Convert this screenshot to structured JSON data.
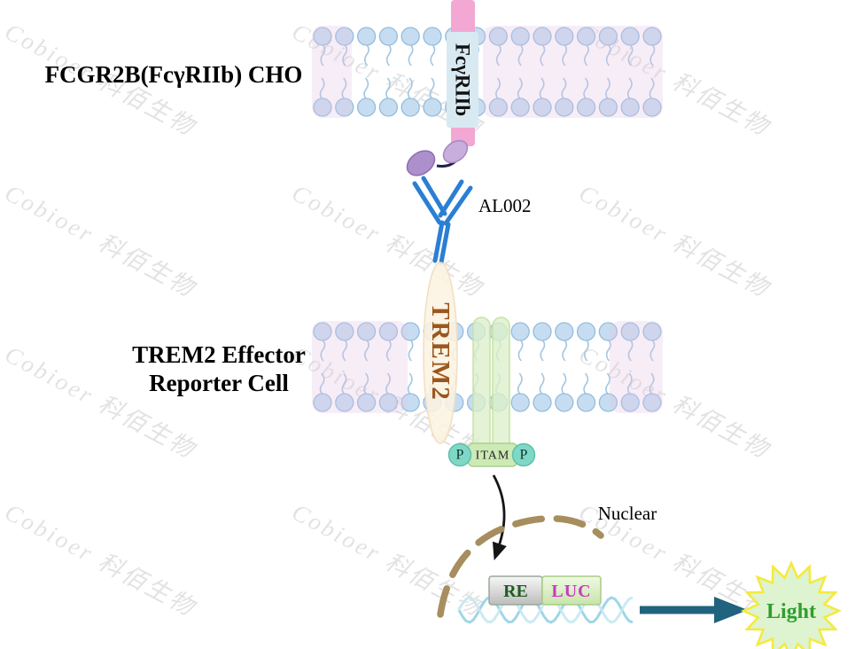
{
  "watermark": {
    "text": "Cobioer 科佰生物"
  },
  "top_cell": {
    "name": "FCGR2B(FcγRIIb) CHO",
    "receptor_label": "FcγRIIb"
  },
  "antibody": {
    "label": "AL002"
  },
  "effector_cell": {
    "name_line1": "TREM2 Effector",
    "name_line2": "Reporter Cell",
    "receptor_label": "TREM2"
  },
  "signaling": {
    "phospho_left": "P",
    "itam_label": "ITAM",
    "phospho_right": "P"
  },
  "nucleus": {
    "label": "Nuclear",
    "response_element_label": "RE",
    "reporter_gene_label": "LUC"
  },
  "readout": {
    "label": "Light"
  },
  "colors": {
    "membrane_head": "#c6ddf1",
    "membrane_tint_pink": "#e3c2e6",
    "receptor_bar_pink": "#f2a8d3",
    "receptor_domain_purple": "#ad8fcc",
    "antibody_blue": "#2a7fd4",
    "trem2_body": "#fcf2e0",
    "trem2_text_brown": "#9a561c",
    "dap12_green": "#dcefc9",
    "phospho_teal": "#7fd8c6",
    "itam_green": "#cdeab5",
    "nuclear_dash_tan": "#a68e5e",
    "re_text_green": "#1e5e1e",
    "luc_text_magenta": "#c73bbf",
    "output_arrow_teal": "#20637e",
    "star_fill_green": "#def3cf",
    "star_stroke_yellow": "#f4ea3d",
    "light_text_green": "#2f9e2f"
  }
}
